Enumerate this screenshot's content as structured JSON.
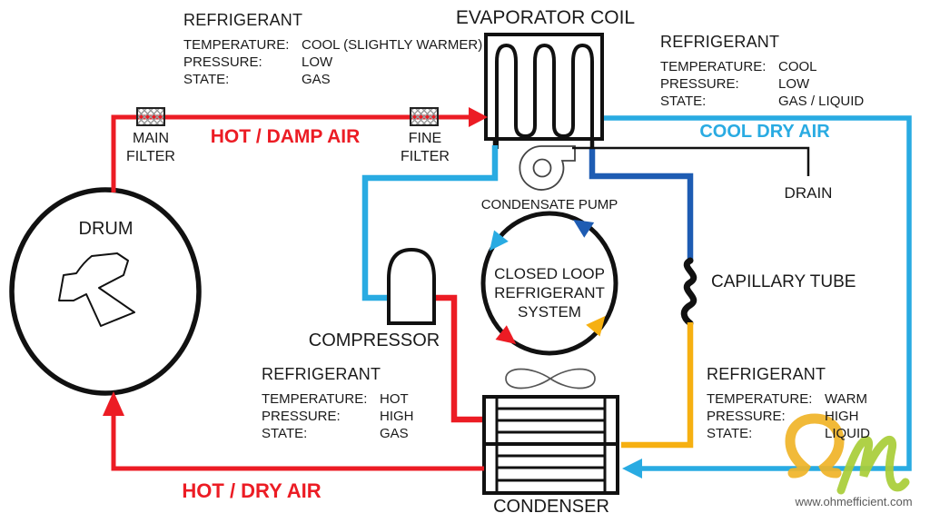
{
  "titles": {
    "evaporator": "EVAPORATOR COIL",
    "condenser": "CONDENSER",
    "compressor": "COMPRESSOR",
    "drum": "DRUM",
    "condensate_pump": "CONDENSATE PUMP",
    "capillary_tube": "CAPILLARY TUBE",
    "drain": "DRAIN",
    "main_filter": "MAIN\nFILTER",
    "fine_filter": "FINE\nFILTER",
    "closed_loop": "CLOSED LOOP\nREFRIGERANT\nSYSTEM"
  },
  "flows": {
    "hot_damp_air": "HOT / DAMP AIR",
    "cool_dry_air": "COOL DRY AIR",
    "hot_dry_air": "HOT / DRY AIR"
  },
  "info_blocks": [
    {
      "heading": "REFRIGERANT",
      "rows": [
        {
          "label": "TEMPERATURE:",
          "value": "COOL (SLIGHTLY WARMER)"
        },
        {
          "label": "PRESSURE:",
          "value": "LOW"
        },
        {
          "label": "STATE:",
          "value": "GAS"
        }
      ]
    },
    {
      "heading": "REFRIGERANT",
      "rows": [
        {
          "label": "TEMPERATURE:",
          "value": "COOL"
        },
        {
          "label": "PRESSURE:",
          "value": "LOW"
        },
        {
          "label": "STATE:",
          "value": "GAS / LIQUID"
        }
      ]
    },
    {
      "heading": "REFRIGERANT",
      "rows": [
        {
          "label": "TEMPERATURE:",
          "value": "HOT"
        },
        {
          "label": "PRESSURE:",
          "value": "HIGH"
        },
        {
          "label": "STATE:",
          "value": "GAS"
        }
      ]
    },
    {
      "heading": "REFRIGERANT",
      "rows": [
        {
          "label": "TEMPERATURE:",
          "value": "WARM"
        },
        {
          "label": "PRESSURE:",
          "value": "HIGH"
        },
        {
          "label": "STATE:",
          "value": "LIQUID"
        }
      ]
    }
  ],
  "footer": {
    "website": "www.ohmefficient.com"
  },
  "colors": {
    "red": "#EC1C24",
    "cyan": "#29ABE2",
    "dark_blue": "#1E5CB3",
    "yellow": "#F6B011",
    "black": "#111111",
    "logo_yellow": "#F0B428",
    "logo_green": "#A9CE38",
    "watermark_gray": "#5a5a5a"
  }
}
